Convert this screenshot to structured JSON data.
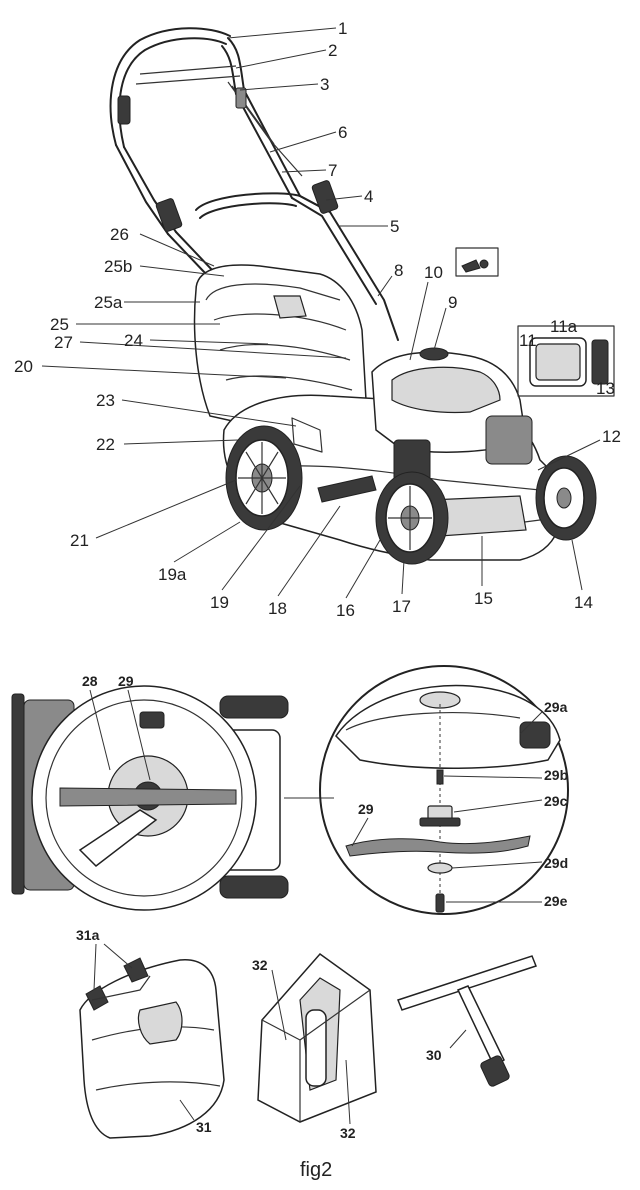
{
  "figure": {
    "caption": "fig2",
    "main_view_labels": [
      "1",
      "2",
      "3",
      "4",
      "5",
      "6",
      "7",
      "8",
      "9",
      "10",
      "12",
      "14",
      "15",
      "16",
      "17",
      "18",
      "19",
      "19a",
      "20",
      "21",
      "22",
      "23",
      "24",
      "25",
      "25a",
      "25b",
      "26",
      "27"
    ],
    "inset_labels": [
      "11a",
      "11",
      "13"
    ],
    "underside_labels": [
      "28",
      "29"
    ],
    "blade_detail_labels": [
      "29a",
      "29b",
      "29c",
      "29",
      "29d",
      "29e"
    ],
    "accessory_labels": {
      "bag_clip": [
        "31a",
        "31"
      ],
      "mulch_plug": [
        "32",
        "32"
      ],
      "wrench": "30"
    }
  },
  "colors": {
    "ink": "#222222",
    "background": "#ffffff"
  }
}
